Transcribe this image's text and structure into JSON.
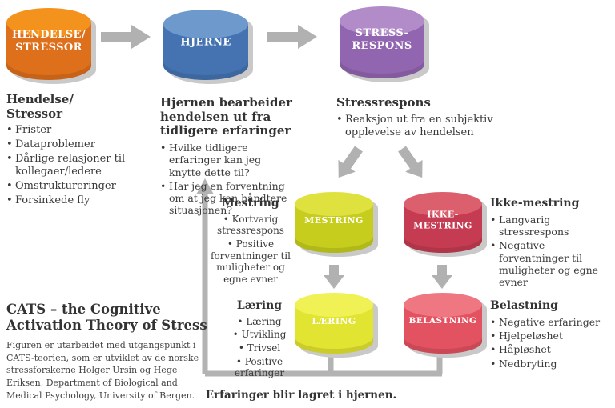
{
  "colors": {
    "stressor_cap": "#F4921E",
    "stressor_side": "#DE6F1B",
    "hjerne_cap": "#6E99CC",
    "hjerne_side": "#4573B1",
    "stressrespons_cap": "#B18CC9",
    "stressrespons_side": "#9165AF",
    "mestring_cap": "#DFE23E",
    "mestring_side": "#C6CD1D",
    "ikke_mestring_cap": "#DC5F6E",
    "ikke_mestring_side": "#C43B52",
    "laering_cap": "#F0F155",
    "laering_side": "#E2E432",
    "belastning_cap": "#EF7782",
    "belastning_side": "#E35260",
    "arrow": "#B1B1B1",
    "text": "#3A3A3A"
  },
  "cylinders": {
    "stressor": {
      "line1": "HENDELSE/",
      "line2": "STRESSOR"
    },
    "hjerne": {
      "label": "HJERNE"
    },
    "stressrespons": {
      "line1": "STRESS-",
      "line2": "RESPONS"
    },
    "mestring": {
      "label": "MESTRING"
    },
    "ikke_mestring": {
      "line1": "IKKE-",
      "line2": "MESTRING"
    },
    "laering": {
      "label": "LÆRING"
    },
    "belastning": {
      "label": "BELASTNING"
    }
  },
  "columns": {
    "stressor": {
      "heading_line1": "Hendelse/",
      "heading_line2": "Stressor",
      "bullets": [
        "Frister",
        "Dataproblemer",
        "Dårlige relasjoner til kollegaer/ledere",
        "Omstruktureringer",
        "Forsinkede fly"
      ]
    },
    "hjerne": {
      "heading": "Hjernen bearbeider hendelsen ut fra tidligere erfaringer",
      "bullets": [
        "Hvilke tidligere erfaringer kan jeg knytte dette til?",
        "Har jeg en forventning om at jeg kan håndtere situasjonen?"
      ]
    },
    "stressrespons": {
      "heading": "Stressrespons",
      "bullets": [
        "Reaksjon ut fra en subjektiv opplevelse av hendelsen"
      ]
    }
  },
  "mestring": {
    "heading": "Mestring",
    "bullets": [
      "Kortvarig stressrespons",
      "Positive forventninger til muligheter og egne evner"
    ]
  },
  "ikke_mestring": {
    "heading": "Ikke-mestring",
    "bullets": [
      "Langvarig stressrespons",
      "Negative forventninger til muligheter og egne evner"
    ]
  },
  "laering": {
    "heading": "Læring",
    "bullets": [
      "Læring",
      "Utvikling",
      "Trivsel",
      "Positive erfaringer"
    ]
  },
  "belastning": {
    "heading": "Belastning",
    "bullets": [
      "Negative erfaringer",
      "Hjelpeløshet",
      "Håpløshet",
      "Nedbryting"
    ]
  },
  "feedback_caption": "Erfaringer blir lagret i hjernen.",
  "footer": {
    "title_line1": "CATS – the Cognitive",
    "title_line2": "Activation Theory of Stress",
    "description": "Figuren er utarbeidet med utgangspunkt i CATS-teorien, som er utviklet av de norske stressforskerne Holger Ursin og Hege Eriksen, Department of Biological and Medical Psychology, University of Bergen."
  }
}
